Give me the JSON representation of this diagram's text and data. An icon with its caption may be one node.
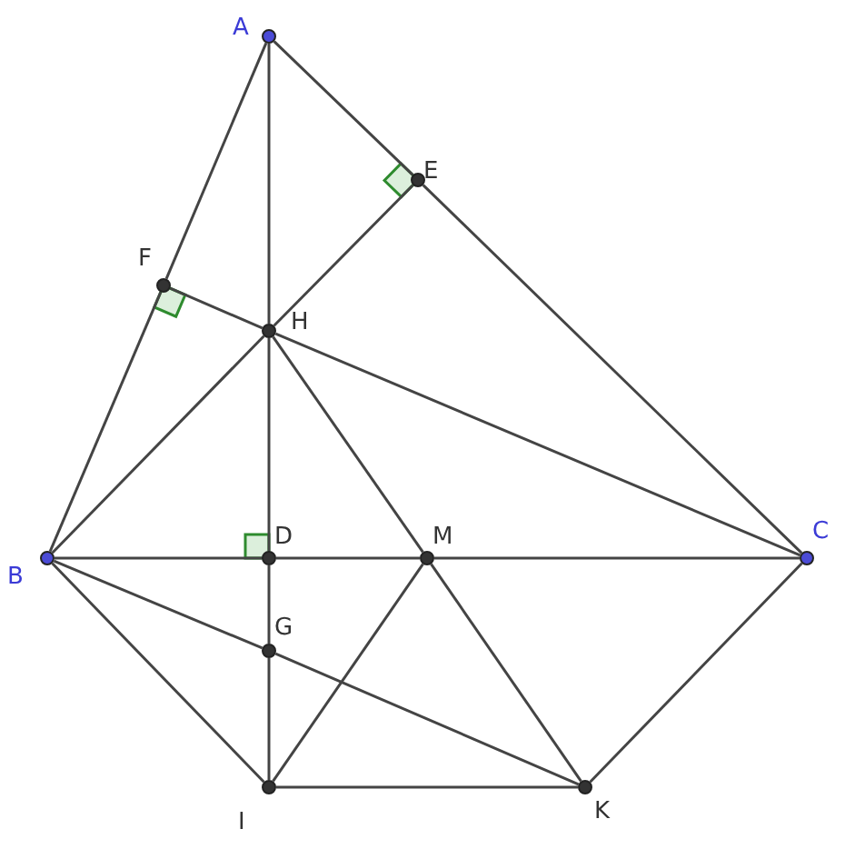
{
  "diagram": {
    "nodes": [
      {
        "text": [
          "A"
        ]
      },
      {
        "text": [
          "E"
        ]
      },
      {
        "text": [
          "F"
        ]
      },
      {
        "text": [
          "H"
        ]
      },
      {
        "text": [
          "B"
        ]
      },
      {
        "text": [
          "D"
        ]
      },
      {
        "text": [
          "M"
        ]
      },
      {
        "text": [
          "C"
        ]
      },
      {
        "text": [
          "G"
        ]
      },
      {
        "text": [
          "I"
        ]
      },
      {
        "text": [
          "K"
        ]
      }
    ],
    "edges": [
      {
        "from": 0,
        "to": 2,
        "arrow": "none"
      },
      {
        "from": 2,
        "to": 4,
        "arrow": "none"
      },
      {
        "from": 0,
        "to": 1,
        "arrow": "none"
      },
      {
        "from": 1,
        "to": 7,
        "arrow": "none"
      },
      {
        "from": 4,
        "to": 5,
        "arrow": "none"
      },
      {
        "from": 5,
        "to": 6,
        "arrow": "none"
      },
      {
        "from": 6,
        "to": 7,
        "arrow": "none"
      },
      {
        "from": 0,
        "to": 3,
        "arrow": "none"
      },
      {
        "from": 3,
        "to": 5,
        "arrow": "none"
      },
      {
        "from": 5,
        "to": 8,
        "arrow": "none"
      },
      {
        "from": 8,
        "to": 9,
        "arrow": "none"
      },
      {
        "from": 4,
        "to": 3,
        "arrow": "none"
      },
      {
        "from": 3,
        "to": 1,
        "arrow": "none"
      },
      {
        "from": 2,
        "to": 3,
        "arrow": "none"
      },
      {
        "from": 3,
        "to": 7,
        "arrow": "none"
      },
      {
        "from": 4,
        "to": 9,
        "arrow": "none"
      },
      {
        "from": 4,
        "to": 8,
        "arrow": "none"
      },
      {
        "from": 8,
        "to": 10,
        "arrow": "none"
      },
      {
        "from": 9,
        "to": 6,
        "arrow": "none"
      },
      {
        "from": 3,
        "to": 6,
        "arrow": "none"
      },
      {
        "from": 6,
        "to": 10,
        "arrow": "none"
      },
      {
        "from": 7,
        "to": 10,
        "arrow": "none"
      },
      {
        "from": 9,
        "to": 10,
        "arrow": "none"
      }
    ]
  }
}
